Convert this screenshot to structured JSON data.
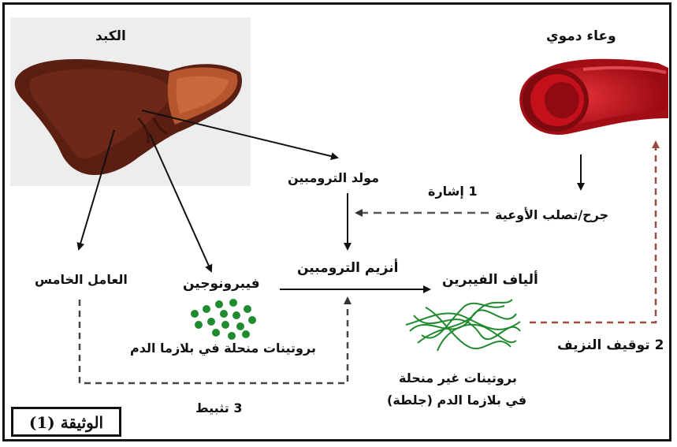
{
  "labels": {
    "liver": "الكبد",
    "blood_vessel": "وعاء دموي",
    "prothrombin": "مولد الترومبين",
    "signal": "1 إشارة",
    "injury": "جرح/تصلب الأوعية",
    "thrombin": "أنزيم الترومبين",
    "factor_v": "العامل الخامس",
    "fibrinogen": "فيبرونوجين",
    "fibrin_fibers": "ألياف الفيبرين",
    "soluble_proteins": "بروتينات منحلة في بلازما الدم",
    "stop_bleeding": "2 توقيف النزيف",
    "insoluble_line1": "بروتينات غير منحلة",
    "insoluble_line2": "في بلازما الدم (جلطة)",
    "stabilization": "3 تثبيط",
    "document": "الوثيقة (1)"
  },
  "colors": {
    "liver_dark": "#5a1f12",
    "liver_mid": "#7a2e1c",
    "liver_light": "#b5562f",
    "vessel_red": "#c4101a",
    "vessel_dark": "#7d0a0f",
    "fibrin_green": "#1f8a2e",
    "dashed_red": "#9b4a3e",
    "dashed_gray": "#555555"
  }
}
